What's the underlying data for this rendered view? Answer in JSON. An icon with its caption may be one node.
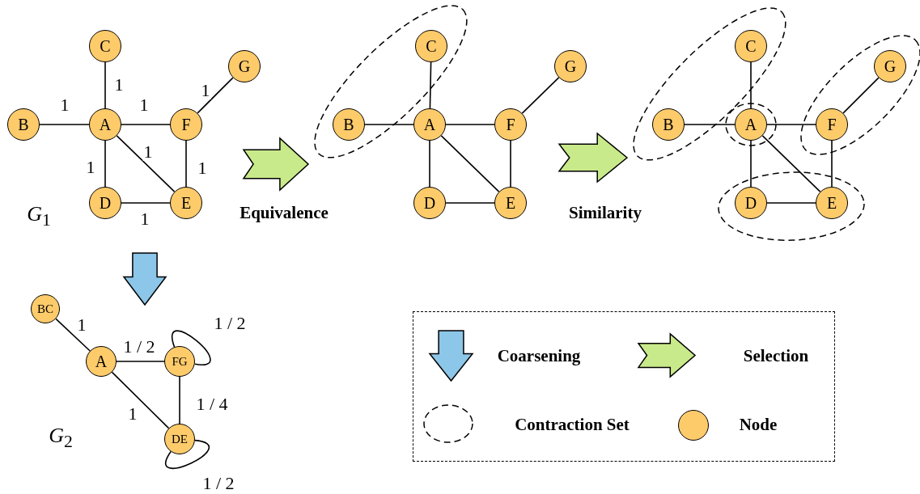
{
  "diagram": {
    "nodes": [
      {
        "text": [
          "C"
        ]
      },
      {
        "text": [
          "G"
        ]
      },
      {
        "text": [
          "B"
        ]
      },
      {
        "text": [
          "A"
        ]
      },
      {
        "text": [
          "F"
        ]
      },
      {
        "text": [
          "D"
        ]
      },
      {
        "text": [
          "E"
        ]
      },
      {
        "text": [],
        "shape": "arrow",
        "beside": [
          "Equivalence"
        ]
      },
      {
        "text": [],
        "shape": "ellipse"
      },
      {
        "text": [
          "C"
        ],
        "in": 8
      },
      {
        "text": [
          "G"
        ]
      },
      {
        "text": [
          "B"
        ],
        "in": 8
      },
      {
        "text": [
          "A"
        ]
      },
      {
        "text": [
          "F"
        ]
      },
      {
        "text": [
          "D"
        ]
      },
      {
        "text": [
          "E"
        ]
      },
      {
        "text": [],
        "shape": "arrow",
        "beside": [
          "Similarity"
        ]
      },
      {
        "text": [],
        "shape": "ellipse"
      },
      {
        "text": [
          "C"
        ],
        "in": 17
      },
      {
        "text": [],
        "shape": "ellipse"
      },
      {
        "text": [
          "G"
        ],
        "in": 19
      },
      {
        "text": [
          "B"
        ],
        "in": 17
      },
      {
        "text": [],
        "shape": "ellipse"
      },
      {
        "text": [
          "A"
        ],
        "in": 22
      },
      {
        "text": [
          "F"
        ],
        "in": 19
      },
      {
        "text": [],
        "shape": "ellipse"
      },
      {
        "text": [
          "D"
        ],
        "in": 25
      },
      {
        "text": [
          "E"
        ],
        "in": 25
      },
      {
        "text": [],
        "shape": "arrow"
      },
      {
        "text": [
          "BC"
        ]
      },
      {
        "text": [
          "A"
        ]
      },
      {
        "text": [
          "FG"
        ]
      },
      {
        "text": [
          "DE"
        ]
      }
    ],
    "edges": [
      {
        "from": 0,
        "to": 3,
        "arrow": "none",
        "label": "1"
      },
      {
        "from": 2,
        "to": 3,
        "arrow": "none",
        "label": "1"
      },
      {
        "from": 3,
        "to": 4,
        "arrow": "none",
        "label": "1"
      },
      {
        "from": 4,
        "to": 1,
        "arrow": "none",
        "label": "1"
      },
      {
        "from": 3,
        "to": 5,
        "arrow": "none",
        "label": "1"
      },
      {
        "from": 3,
        "to": 6,
        "arrow": "none",
        "label": "1"
      },
      {
        "from": 4,
        "to": 6,
        "arrow": "none",
        "label": "1"
      },
      {
        "from": 5,
        "to": 6,
        "arrow": "none",
        "label": "1"
      },
      {
        "from": 9,
        "to": 12,
        "arrow": "none"
      },
      {
        "from": 11,
        "to": 12,
        "arrow": "none"
      },
      {
        "from": 12,
        "to": 13,
        "arrow": "none"
      },
      {
        "from": 13,
        "to": 10,
        "arrow": "none"
      },
      {
        "from": 12,
        "to": 14,
        "arrow": "none"
      },
      {
        "from": 12,
        "to": 15,
        "arrow": "none"
      },
      {
        "from": 13,
        "to": 15,
        "arrow": "none"
      },
      {
        "from": 14,
        "to": 15,
        "arrow": "none"
      },
      {
        "from": 18,
        "to": 23,
        "arrow": "none"
      },
      {
        "from": 21,
        "to": 23,
        "arrow": "none"
      },
      {
        "from": 23,
        "to": 24,
        "arrow": "none"
      },
      {
        "from": 24,
        "to": 20,
        "arrow": "none"
      },
      {
        "from": 23,
        "to": 26,
        "arrow": "none"
      },
      {
        "from": 23,
        "to": 27,
        "arrow": "none"
      },
      {
        "from": 24,
        "to": 27,
        "arrow": "none"
      },
      {
        "from": 26,
        "to": 27,
        "arrow": "none"
      },
      {
        "from": 29,
        "to": 30,
        "arrow": "none",
        "label": "1"
      },
      {
        "from": 30,
        "to": 31,
        "arrow": "none",
        "label": "1 / 2"
      },
      {
        "from": 31,
        "to": 31,
        "arrow": "none",
        "label": "1 / 2"
      },
      {
        "from": 30,
        "to": 32,
        "arrow": "none",
        "label": "1"
      },
      {
        "from": 31,
        "to": 32,
        "arrow": "none",
        "label": "1 / 4"
      },
      {
        "from": 32,
        "to": 32,
        "arrow": "none",
        "label": "1 / 2"
      }
    ],
    "labels": [
      "*G*$_{1}$",
      "*G*$_{2}$"
    ],
    "legend": [
      {
        "text": "Coarsening"
      },
      {
        "text": "Selection"
      },
      {
        "text": "Contraction Set"
      },
      {
        "text": "Node",
        "color": "#fecb6b"
      }
    ]
  }
}
